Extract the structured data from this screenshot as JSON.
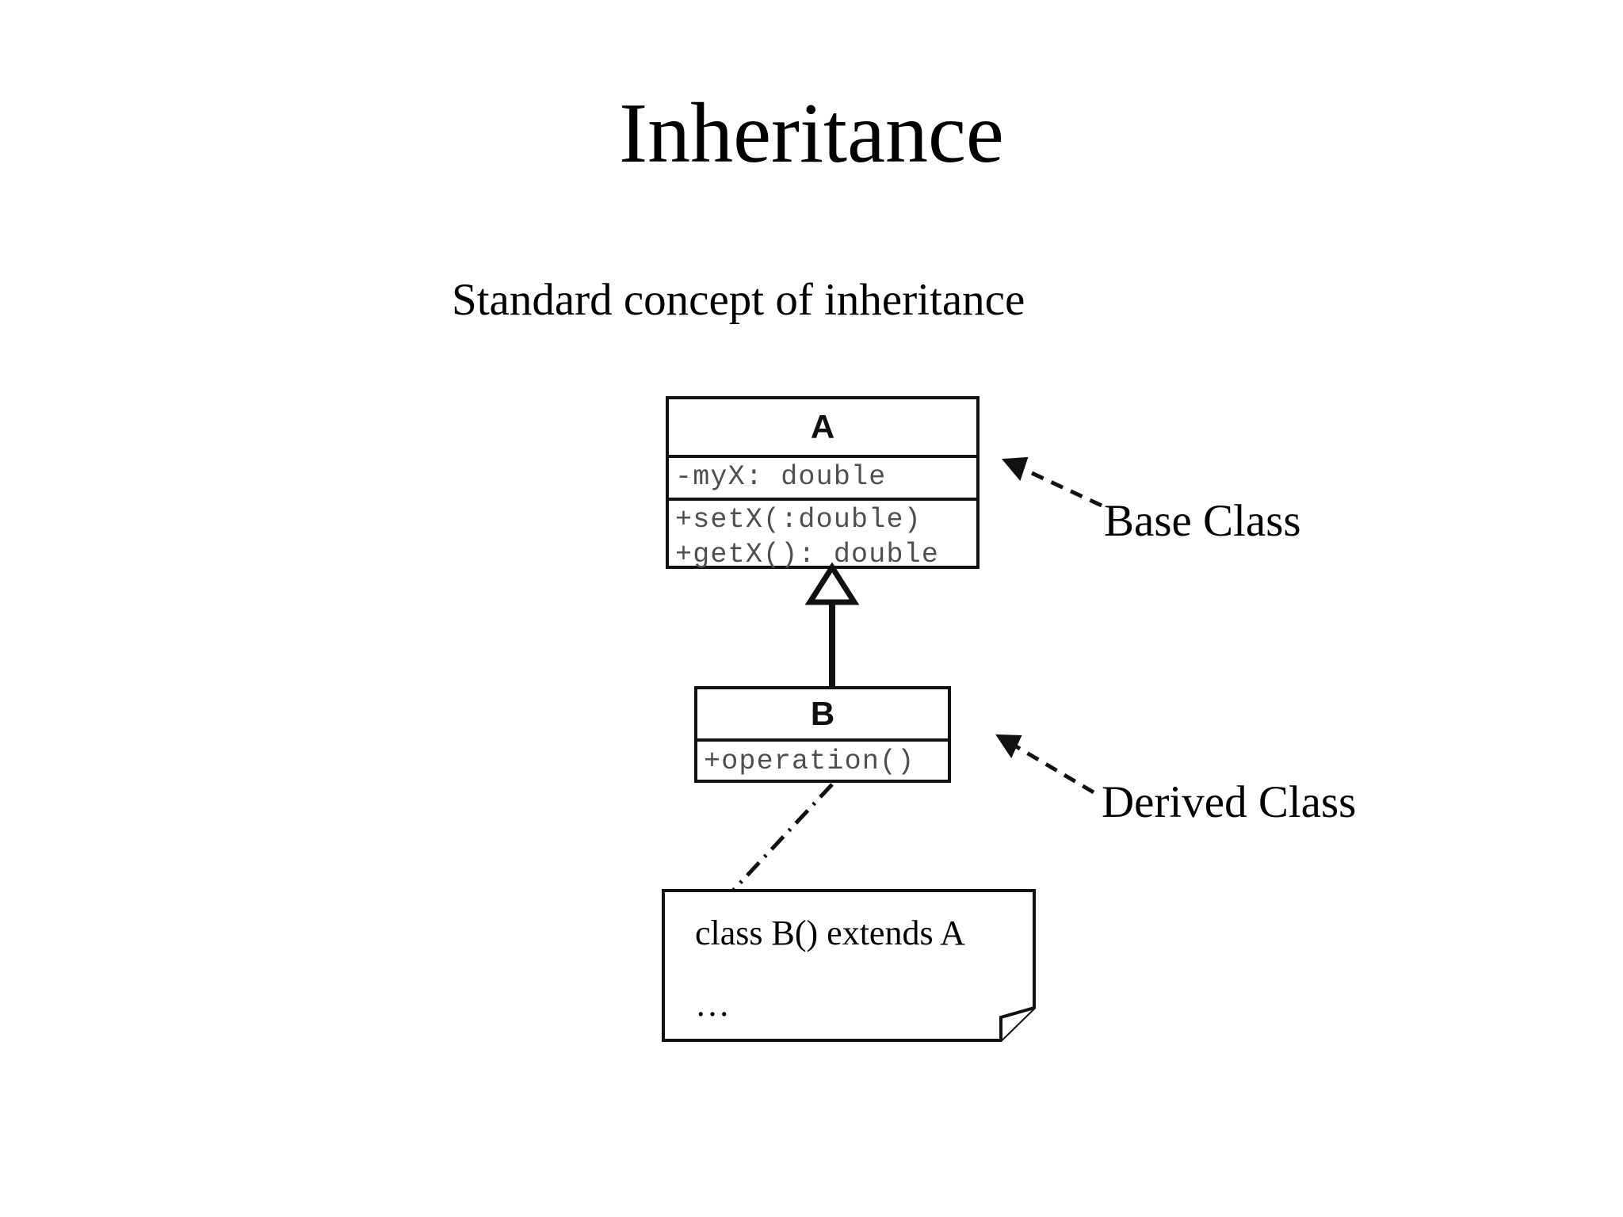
{
  "slide": {
    "title": "Inheritance",
    "subtitle": "Standard concept of inheritance",
    "background_color": "#ffffff",
    "text_color": "#000000"
  },
  "diagram": {
    "type": "uml-class-diagram",
    "classes": [
      {
        "id": "A",
        "name": "A",
        "role": "base",
        "attributes": [
          "-myX: double"
        ],
        "operations": [
          "+setX(:double)",
          "+getX(): double"
        ]
      },
      {
        "id": "B",
        "name": "B",
        "role": "derived",
        "attributes": [],
        "operations": [
          "+operation()"
        ]
      }
    ],
    "relationships": [
      {
        "kind": "generalization",
        "from": "B",
        "to": "A",
        "arrowhead": "hollow-triangle",
        "line_style": "solid"
      },
      {
        "kind": "note-anchor",
        "from": "note",
        "to": "B",
        "line_style": "dash-dot"
      }
    ],
    "note": {
      "line_1": "class B() extends A",
      "line_2": "…",
      "has_folded_corner": true
    },
    "annotations": [
      {
        "id": "base-class",
        "label": "Base Class",
        "points_to": "A",
        "arrow_style": "dashed",
        "arrowhead": "filled-triangle"
      },
      {
        "id": "derived-class",
        "label": "Derived Class",
        "points_to": "B",
        "arrow_style": "dashed",
        "arrowhead": "filled-triangle"
      }
    ],
    "colors": {
      "stroke": "#111111",
      "member_text": "#4f4f4f",
      "fill": "#ffffff"
    }
  }
}
